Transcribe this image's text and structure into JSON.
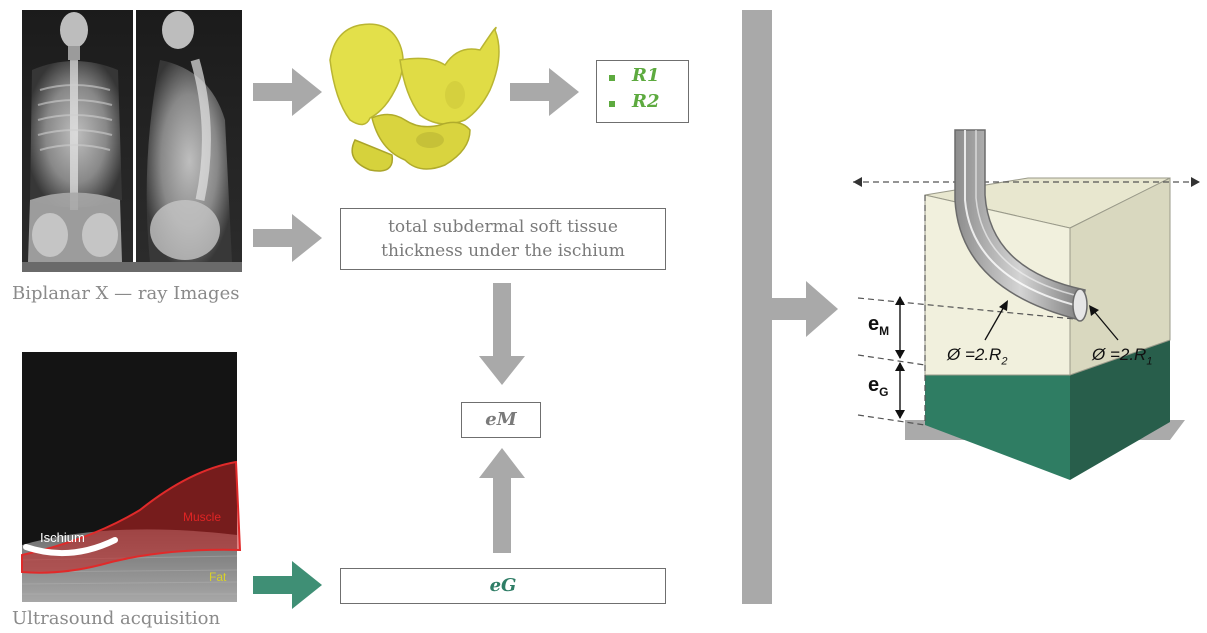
{
  "captions": {
    "xray": "Biplanar X — ray Images",
    "ultrasound": "Ultrasound acquisition"
  },
  "ultrasound_labels": {
    "ischium": "Ischium",
    "muscle": "Muscle",
    "fat": "Fat"
  },
  "radii_box": {
    "r1": "R1",
    "r2": "R2"
  },
  "thickness_box": {
    "line1": "total subdermal soft tissue",
    "line2": "thickness under the ischium"
  },
  "em_box": "eM",
  "eg_box": "eG",
  "model_labels": {
    "em_base": "e",
    "em_sub": "M",
    "eg_base": "e",
    "eg_sub": "G",
    "d2_prefix": "Ø =2.R",
    "d2_sub": "2",
    "d1_prefix": "Ø =2.R",
    "d1_sub": "1"
  },
  "colors": {
    "arrow_gray": "#a9a9a9",
    "arrow_green": "#3f8f75",
    "bullet_green": "#5daa3f",
    "eg_green": "#2f7d66",
    "block_cream": "#f1f0dd",
    "block_green": "#2f7d63",
    "pelvis_yellow": "#e6e24a",
    "muscle_red": "#d42020",
    "fat_yellow": "#d8d12a"
  },
  "icons": [
    "xray-image",
    "pelvis-3d-model",
    "ultrasound-image",
    "tissue-block-model"
  ]
}
